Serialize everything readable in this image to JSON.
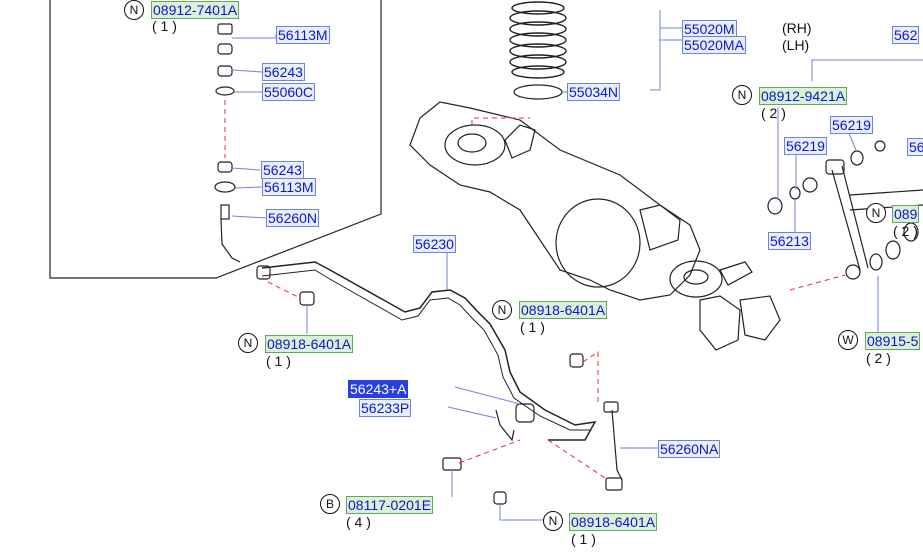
{
  "parts": {
    "p1": {
      "mark": "N",
      "code": "08912-7401A",
      "qty": "( 1 )"
    },
    "p2": {
      "code": "56113M"
    },
    "p3": {
      "code": "56243"
    },
    "p4": {
      "code": "55060C"
    },
    "p5": {
      "code": "56243"
    },
    "p6": {
      "code": "56113M"
    },
    "p7": {
      "code": "56260N"
    },
    "p8": {
      "code": "56230"
    },
    "p9": {
      "mark": "N",
      "code": "08918-6401A",
      "qty": "( 1 )"
    },
    "p10": {
      "mark": "N",
      "code": "08918-6401A",
      "qty": "( 1 )"
    },
    "p11": {
      "code": "56243+A"
    },
    "p12": {
      "code": "56233P"
    },
    "p13": {
      "code": "56260NA"
    },
    "p14": {
      "mark": "B",
      "code": "08117-0201E",
      "qty": "( 4 )"
    },
    "p15": {
      "mark": "N",
      "code": "08918-6401A",
      "qty": "( 1 )"
    },
    "p16": {
      "code": "55020M"
    },
    "p17": {
      "code": "55020MA"
    },
    "p18": {
      "code": "55034N"
    },
    "p19": {
      "mark": "N",
      "code": "08912-9421A",
      "qty": "( 2 )"
    },
    "p20": {
      "code": "56219"
    },
    "p21": {
      "code": "56219"
    },
    "p22": {
      "code": "56213"
    },
    "p23": {
      "mark": "N",
      "code": "089",
      "qty": "( 2 )"
    },
    "p24": {
      "mark": "W",
      "code": "08915-5",
      "qty": "( 2 )"
    },
    "p25": {
      "code": "562"
    },
    "p26": {
      "code": "56"
    }
  },
  "sides": {
    "rh": "(RH)",
    "lh": "(LH)"
  },
  "colors": {
    "label_blue": "#0a18c8",
    "label_bg": "#e9eefb",
    "label_green_bg": "#dcefd9",
    "highlight": "#2a3fe0",
    "leader": "#6f84d6",
    "phantom": "#e03030"
  }
}
